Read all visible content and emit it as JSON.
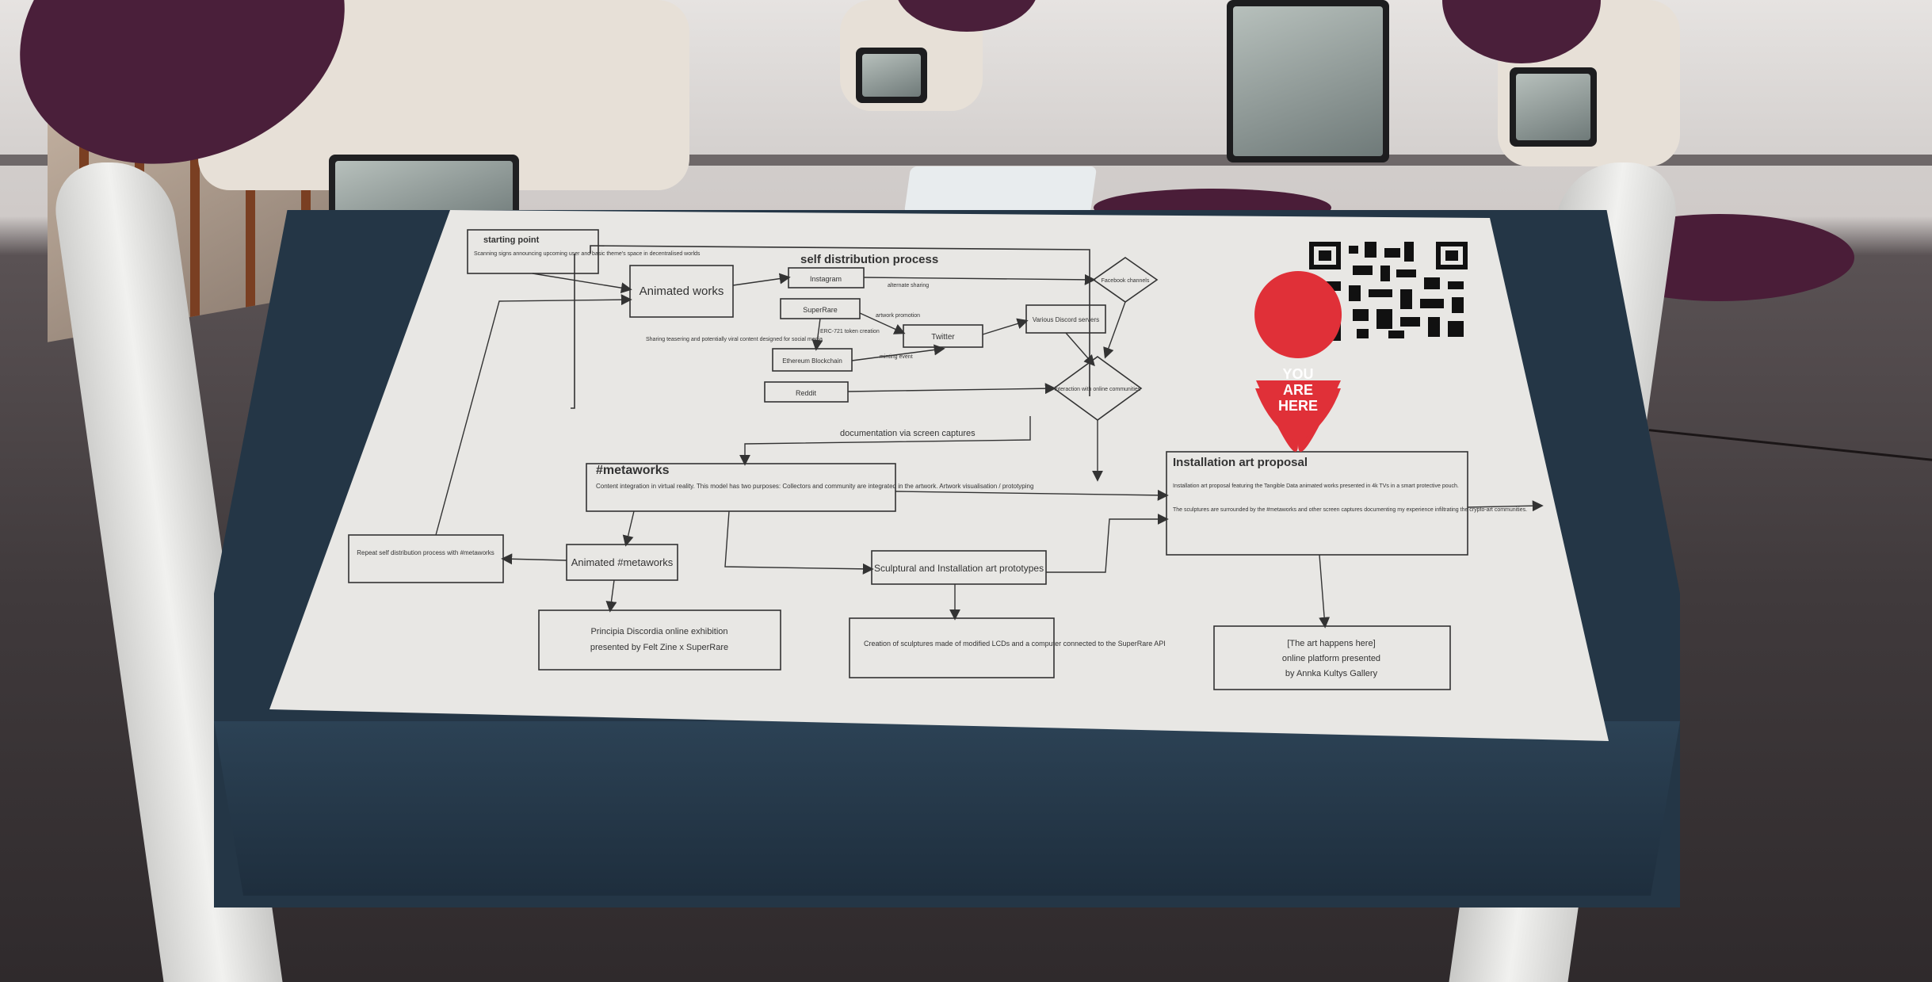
{
  "diagram": {
    "starting_point_title": "starting point",
    "starting_point_body": "Scanning signs announcing upcoming user and basic theme's space in decentralised worlds",
    "self_distribution_title": "self distribution process",
    "animated_works": "Animated works",
    "instagram": "Instagram",
    "superrare": "SuperRare",
    "ethereum": "Ethereum Blockchain",
    "reddit": "Reddit",
    "twitter": "Twitter",
    "discord": "Various Discord servers",
    "facebook": "Facebook channels",
    "interaction": "interaction with online communities",
    "sharing_note": "Sharing teasering and potentially viral content designed for social media",
    "erc_note": "ERC-721 token creation",
    "edge_label_1": "alternate sharing",
    "edge_label_2": "artwork promotion",
    "edge_label_3": "minting event",
    "documentation": "documentation via screen captures",
    "metaworks_title": "#metaworks",
    "metaworks_body": "Content integration in virtual reality. This model has two purposes: Collectors and community are integrated in the artwork. Artwork visualisation / prototyping",
    "repeat": "Repeat self distribution process with #metaworks",
    "animated_metaworks": "Animated #metaworks",
    "principia_line1": "Principia Discordia online exhibition",
    "principia_line2": "presented by Felt Zine x SuperRare",
    "sculptural": "Sculptural and Installation art prototypes",
    "sculptures": "Creation of sculptures made of modified LCDs and a computer connected to the SuperRare API",
    "installation_title": "Installation art proposal",
    "installation_body1": "Installation art proposal featuring the Tangible Data animated works presented in 4k TVs in a smart protective pouch.",
    "installation_body2": "The sculptures are surrounded by the #metaworks and other screen captures documenting my experience infiltrating the crypto-art communities.",
    "art_happens_line1": "[The art happens here]",
    "art_happens_line2": "online platform presented",
    "art_happens_line3": "by Annka Kultys Gallery",
    "you_are_here": [
      "YOU",
      "ARE",
      "HERE"
    ]
  },
  "colors": {
    "marker": "#e03038",
    "board": "#e8e7e4",
    "table": "#243646"
  }
}
